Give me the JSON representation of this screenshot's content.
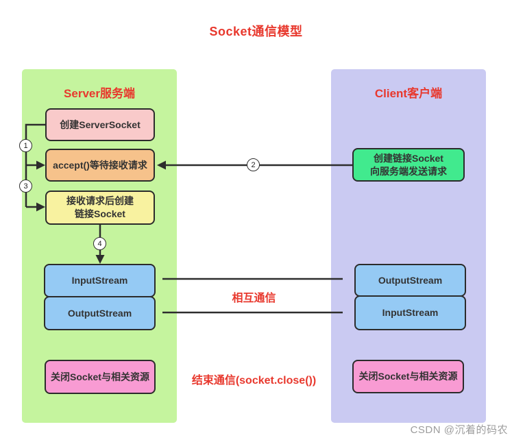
{
  "title": "Socket通信模型",
  "colors": {
    "accent_red": "#e8382d",
    "server_panel_bg": "#c5f49e",
    "client_panel_bg": "#cacaf2",
    "box_pink": "#f9caca",
    "box_orange": "#f6c28b",
    "box_yellow": "#f8f2a0",
    "box_blue": "#95caf4",
    "box_green": "#41ea8e",
    "box_magenta": "#f89bd3",
    "line_dark": "#2d2d2d"
  },
  "server": {
    "header": "Server服务端",
    "boxes": {
      "create_serversocket": "创建ServerSocket",
      "accept": "accept()等待接收请求",
      "create_link_socket": "接收请求后创建\n链接Socket",
      "input_stream": "InputStream",
      "output_stream": "OutputStream",
      "close": "关闭Socket与相关资源"
    }
  },
  "client": {
    "header": "Client客户端",
    "boxes": {
      "create_socket": "创建链接Socket\n向服务端发送请求",
      "output_stream": "OutputStream",
      "input_stream": "InputStream",
      "close": "关闭Socket与相关资源"
    }
  },
  "steps": {
    "s1": "1",
    "s2": "2",
    "s3": "3",
    "s4": "4"
  },
  "labels": {
    "mutual_communication": "相互通信",
    "end_communication": "结束通信(socket.close())"
  },
  "watermark": "CSDN @沉着的码农"
}
